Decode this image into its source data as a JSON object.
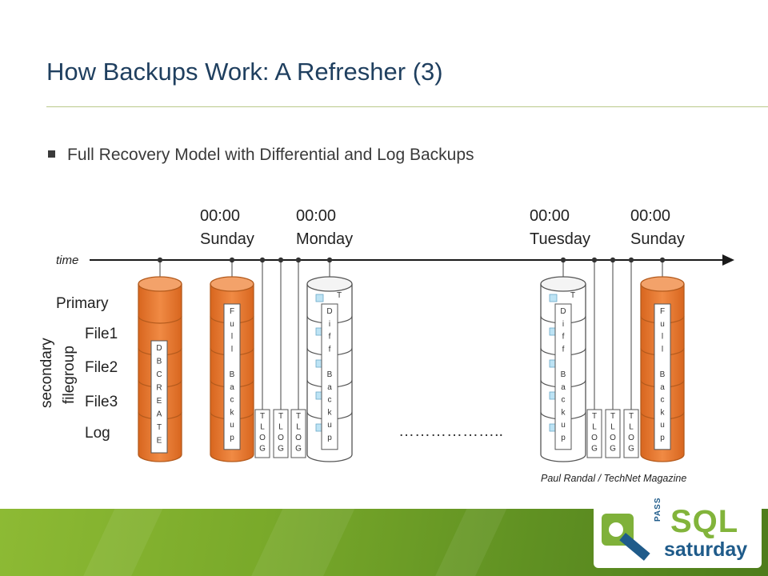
{
  "slide": {
    "title": "How Backups Work: A Refresher (3)",
    "bullet": "Full Recovery Model with Differential and Log Backups",
    "credit": "Paul Randal / TechNet Magazine"
  },
  "diagram": {
    "time_label": "time",
    "day_labels": [
      {
        "time": "00:00",
        "day": "Sunday"
      },
      {
        "time": "00:00",
        "day": "Monday"
      },
      {
        "time": "00:00",
        "day": "Tuesday"
      },
      {
        "time": "00:00",
        "day": "Sunday"
      }
    ],
    "file_labels": [
      "Primary",
      "File1",
      "File2",
      "File3",
      "Log"
    ],
    "filegroup_label_1": "secondary",
    "filegroup_label_2": "filegroup",
    "db_create_label": "DBCREATE",
    "full_backup_label": "FullBackup",
    "diff_backup_label": "DiffBackup",
    "log_label": "TLOG",
    "tlog_marker": "T",
    "ellipsis": "………………..",
    "colors": {
      "orange": "#ed7d31",
      "orange_dark": "#c55a11",
      "green": "#7fb13a",
      "blue_text": "#1f5b8a",
      "light_blue": "#bde3f4"
    }
  },
  "logo": {
    "pass": "PASS",
    "sql": "SQL",
    "saturday": "saturday"
  }
}
